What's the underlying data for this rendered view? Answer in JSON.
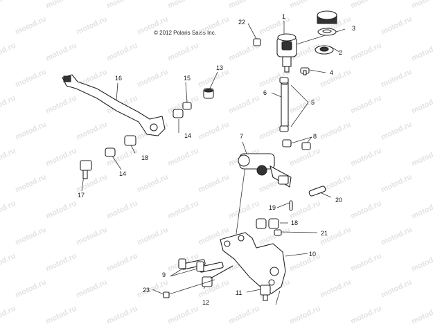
{
  "copyright": "© 2012 Polaris Sales Inc.",
  "watermark": "motod.ru",
  "callouts": [
    "1",
    "2",
    "3",
    "4",
    "5",
    "6",
    "7",
    "8",
    "9",
    "10",
    "11",
    "12",
    "13",
    "14",
    "14",
    "15",
    "16",
    "17",
    "18",
    "18",
    "19",
    "20",
    "21",
    "22",
    "23"
  ]
}
